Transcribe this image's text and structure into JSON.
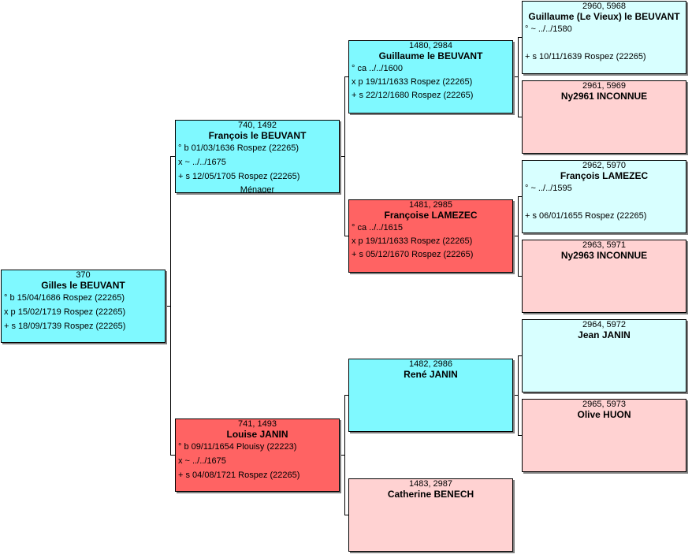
{
  "colors": {
    "male": "#7ff9ff",
    "female": "#ff6363",
    "male_light": "#d8ffff",
    "female_light": "#ffd2d2",
    "border": "#000000",
    "shadow": "#7f7f7f"
  },
  "persons": {
    "p370": {
      "nums": "370",
      "name": "Gilles le BEUVANT",
      "birth": "° b 15/04/1686 Rospez (22265)",
      "marriage": "x p 15/02/1719 Rospez (22265)",
      "death": "+ s 18/09/1739 Rospez (22265)"
    },
    "p740": {
      "nums": "740, 1492",
      "name": "François le BEUVANT",
      "birth": "° b 01/03/1636 Rospez (22265)",
      "marriage": "x ~ ../../1675",
      "death": "+ s 12/05/1705 Rospez (22265)",
      "occupation": "Ménager"
    },
    "p741": {
      "nums": "741, 1493",
      "name": "Louise JANIN",
      "birth": "° b 09/11/1654 Plouisy (22223)",
      "marriage": "x ~ ../../1675",
      "death": "+ s 04/08/1721 Rospez (22265)"
    },
    "p1480": {
      "nums": "1480, 2984",
      "name": "Guillaume le BEUVANT",
      "birth": "° ca ../../1600",
      "marriage": "x p 19/11/1633 Rospez (22265)",
      "death": "+ s 22/12/1680 Rospez (22265)"
    },
    "p1481": {
      "nums": "1481, 2985",
      "name": "Françoise LAMEZEC",
      "birth": "° ca ../../1615",
      "marriage": "x p 19/11/1633 Rospez (22265)",
      "death": "+ s 05/12/1670 Rospez (22265)"
    },
    "p1482": {
      "nums": "1482, 2986",
      "name": "René JANIN"
    },
    "p1483": {
      "nums": "1483, 2987",
      "name": "Catherine BENECH"
    },
    "p2960": {
      "nums": "2960, 5968",
      "name": "Guillaume (Le Vieux) le BEUVANT",
      "birth": "° ~ ../../1580",
      "death": "+ s 10/11/1639 Rospez (22265)"
    },
    "p2961": {
      "nums": "2961, 5969",
      "name": "Ny2961 INCONNUE"
    },
    "p2962": {
      "nums": "2962, 5970",
      "name": "François LAMEZEC",
      "birth": "° ~ ../../1595",
      "death": "+ s 06/01/1655 Rospez (22265)"
    },
    "p2963": {
      "nums": "2963, 5971",
      "name": "Ny2963 INCONNUE"
    },
    "p2964": {
      "nums": "2964, 5972",
      "name": "Jean JANIN"
    },
    "p2965": {
      "nums": "2965, 5973",
      "name": "Olive HUON"
    }
  }
}
